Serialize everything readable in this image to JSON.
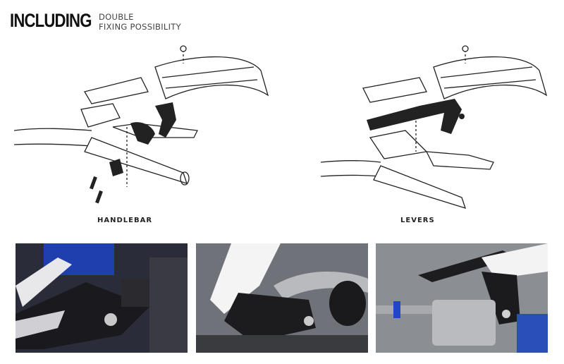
{
  "header": {
    "title": "INCLUDING",
    "subtitle_line1": "DOUBLE",
    "subtitle_line2": "FIXING POSSIBILITY"
  },
  "diagrams": [
    {
      "label": "HANDLEBAR"
    },
    {
      "label": "LEVERS"
    }
  ],
  "photos": [
    {
      "name": "handlebar-mount-photo"
    },
    {
      "name": "lever-mount-side-photo"
    },
    {
      "name": "lever-mount-master-cylinder-photo"
    }
  ]
}
